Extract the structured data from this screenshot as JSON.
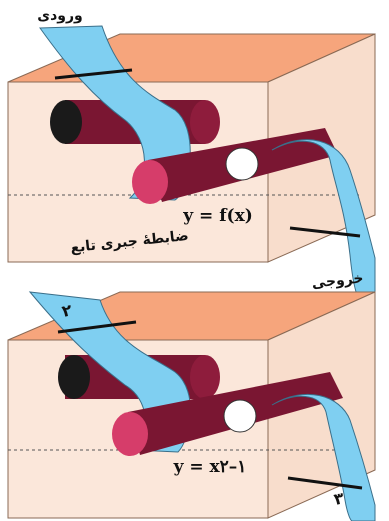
{
  "top": {
    "input_label": "ورودی",
    "output_label": "خروجی",
    "rule_label": "ضابطهٔ جبری تابع",
    "formula": "y = f(x)"
  },
  "bottom": {
    "input_value": "۲",
    "output_value": "۳",
    "formula": "y = x۲–۱"
  },
  "colors": {
    "box_top": "#f6a57c",
    "box_side": "#f8ddcc",
    "box_front": "#fbe7da",
    "tape": "#7fcff1",
    "rod": "#7a1632",
    "rod_end_pink": "#d63d6a",
    "rod_end_black": "#1a1a1a"
  }
}
